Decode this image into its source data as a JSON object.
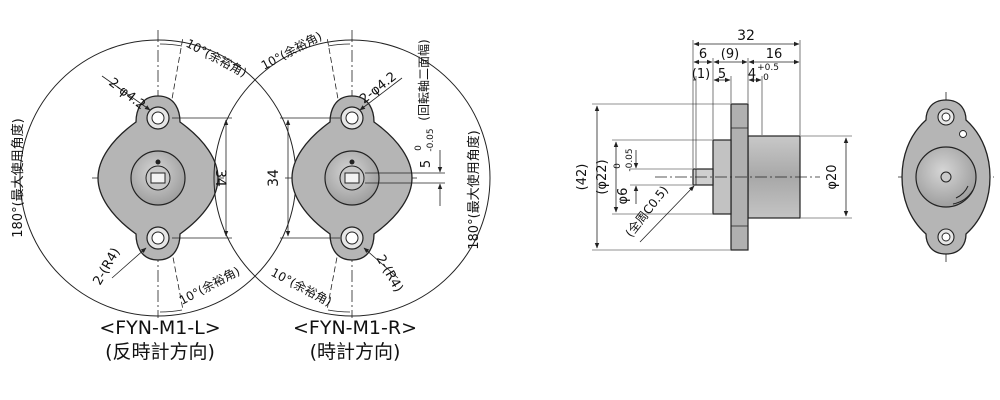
{
  "colors": {
    "line": "#222222",
    "part_fill": "#b8b8b8",
    "part_fill_dark": "#9a9a9a",
    "part_fill_light": "#d2d2d2",
    "background": "#ffffff"
  },
  "left_view": {
    "model": "<FYN-M1-L>",
    "direction": "(反時計方向)",
    "hole_label": "2-φ4.2",
    "radius_label": "2-(R4)",
    "margin_top": "10°(余裕角)",
    "margin_bottom": "10°(余裕角)",
    "max_angle": "180°(最大使用角度)",
    "pitch": "34"
  },
  "right_view": {
    "model": "<FYN-M1-R>",
    "direction": "(時計方向)",
    "hole_label": "2-φ4.2",
    "radius_label": "2-(R4)",
    "margin_top": "10°(余裕角)",
    "margin_bottom": "10°(余裕角)",
    "max_angle": "180°(最大使用角度)",
    "pitch": "34",
    "flat_width": "(回転軸二面幅)",
    "flat_dim": "5",
    "flat_tol_upper": "0",
    "flat_tol_lower": "-0.05"
  },
  "side_view": {
    "overall_length": "32",
    "dim_6": "6",
    "dim_9": "(9)",
    "dim_16": "16",
    "dim_1": "(1)",
    "dim_5": "5",
    "dim_4": "4",
    "dim_4_tol_upper": "+0.5",
    "dim_4_tol_lower": "0",
    "dim_42": "(42)",
    "dim_22": "(φ22)",
    "dim_shaft": "φ6",
    "shaft_tol_upper": "0",
    "shaft_tol_lower": "-0.05",
    "chamfer": "(全周C0.5)",
    "dim_body": "φ20"
  }
}
